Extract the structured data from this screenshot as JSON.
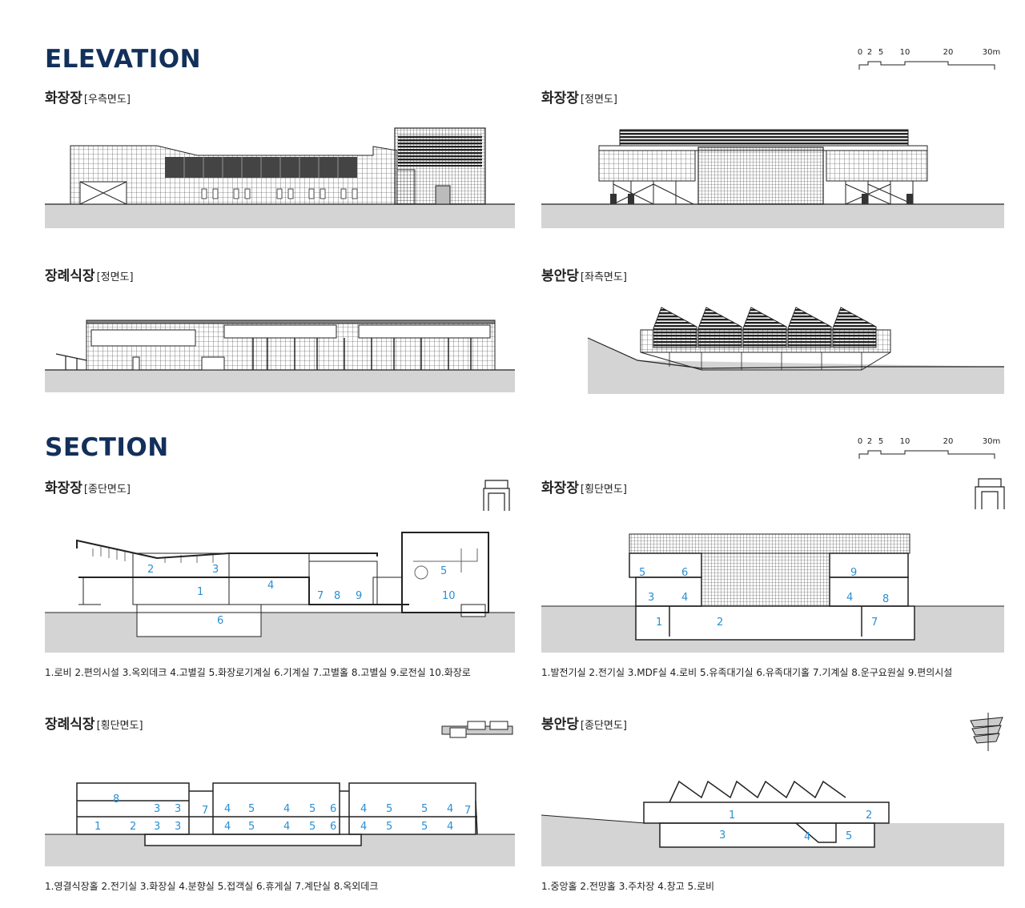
{
  "elevation": {
    "heading": "ELEVATION",
    "scale": {
      "ticks": [
        "0",
        "2",
        "5",
        "10",
        "20",
        "30m"
      ]
    },
    "panels": [
      {
        "title": "화장장",
        "subtitle": "[우측면도]"
      },
      {
        "title": "화장장",
        "subtitle": "[정면도]"
      },
      {
        "title": "장례식장",
        "subtitle": "[정면도]"
      },
      {
        "title": "봉안당",
        "subtitle": "[좌측면도]"
      }
    ]
  },
  "section": {
    "heading": "SECTION",
    "scale": {
      "ticks": [
        "0",
        "2",
        "5",
        "10",
        "20",
        "30m"
      ]
    },
    "panels": [
      {
        "title": "화장장",
        "subtitle": "[종단면도]",
        "legend": "1.로비  2.편의시설  3.옥외데크  4.고별길  5.화장로기계실  6.기계실  7.고별홀  8.고별실  9.로전실  10.화장로"
      },
      {
        "title": "화장장",
        "subtitle": "[횡단면도]",
        "legend": "1.발전기실  2.전기실  3.MDF실  4.로비  5.유족대기실  6.유족대기홀  7.기계실  8.운구요원실  9.편의시설"
      },
      {
        "title": "장례식장",
        "subtitle": "[횡단면도]",
        "legend": "1.영결식장홀  2.전기실  3.화장실  4.분향실  5.접객실  6.휴게실  7.계단실  8.옥외데크"
      },
      {
        "title": "봉안당",
        "subtitle": "[종단면도]",
        "legend": "1.중앙홀  2.전망홀  3.주차장  4.창고  5.로비"
      }
    ]
  },
  "room_numbers": {
    "s1": [
      "2",
      "3",
      "1",
      "4",
      "6",
      "5",
      "7",
      "8",
      "9",
      "10"
    ],
    "s2": [
      "5",
      "6",
      "9",
      "3",
      "4",
      "4",
      "8",
      "1",
      "2",
      "7"
    ],
    "s3": [
      "8",
      "3",
      "3",
      "7",
      "4",
      "5",
      "4",
      "5",
      "6",
      "4",
      "5",
      "5",
      "4",
      "7",
      "1",
      "2",
      "3",
      "3",
      "4",
      "5",
      "4",
      "5",
      "6",
      "4",
      "5",
      "5",
      "4"
    ],
    "s4": [
      "1",
      "2",
      "3",
      "4",
      "5"
    ]
  },
  "colors": {
    "heading": "#12305a",
    "room_number": "#2a8fd3",
    "ground": "#d4d4d4"
  }
}
